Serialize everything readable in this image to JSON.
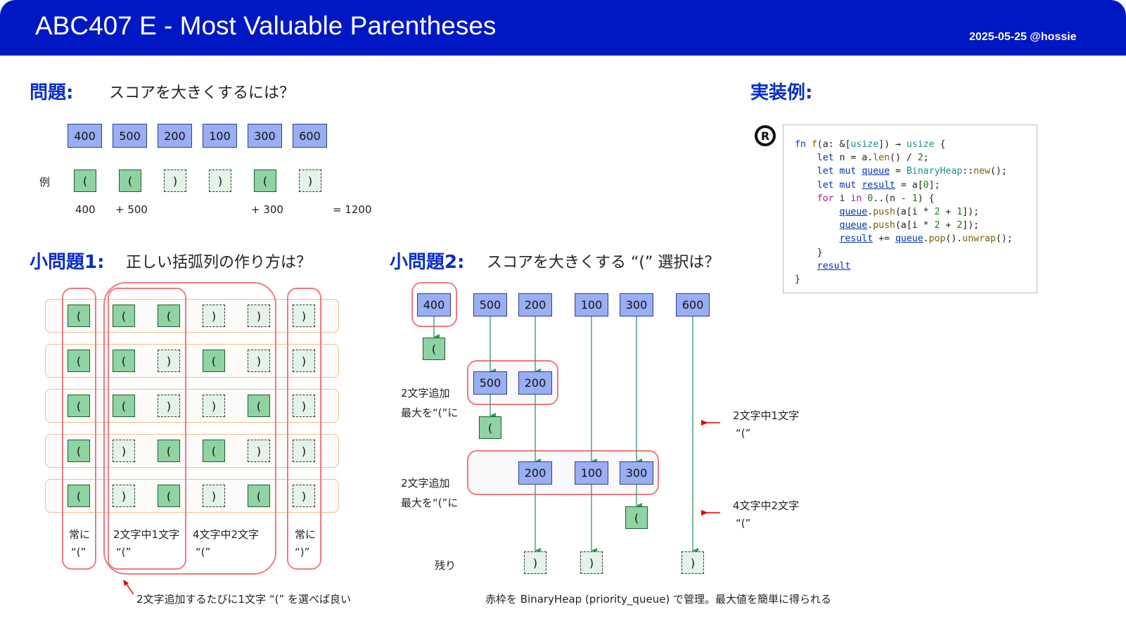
{
  "header": {
    "title": "ABC407 E - Most Valuable Parentheses",
    "date": "2025-05-25 @hossie"
  },
  "problem": {
    "label": "問題:",
    "text": "スコアを大きくするには？",
    "numbers": [
      "400",
      "500",
      "200",
      "100",
      "300",
      "600"
    ],
    "example_label": "例",
    "example_parens": [
      "(",
      "(",
      ")",
      ")",
      "(",
      ")"
    ],
    "scores": [
      "400",
      "+ 500",
      "+ 300",
      "= 1200"
    ]
  },
  "sub1": {
    "label": "小問題1:",
    "text": "正しい括弧列の作り方は？",
    "rows": [
      [
        "(",
        "(",
        "(",
        ")",
        ")",
        ")"
      ],
      [
        "(",
        "(",
        ")",
        "(",
        ")",
        ")"
      ],
      [
        "(",
        "(",
        ")",
        ")",
        "(",
        ")"
      ],
      [
        "(",
        ")",
        "(",
        "(",
        ")",
        ")"
      ],
      [
        "(",
        ")",
        "(",
        ")",
        "(",
        ")"
      ]
    ],
    "col_always_open": [
      "常に",
      "“(”"
    ],
    "col_2of1": [
      "2文字中1文字",
      "“(”"
    ],
    "col_4of2": [
      "4文字中2文字",
      "“(”"
    ],
    "col_always_close": [
      "常に",
      "“)”"
    ],
    "footnote": "2文字追加するたびに1文字 “(” を選べば良い"
  },
  "sub2": {
    "label": "小問題2:",
    "text": "スコアを大きくする “(” 選択は？",
    "top_numbers": [
      "400",
      "500",
      "200",
      "100",
      "300",
      "600"
    ],
    "open_paren": "(",
    "close_paren": ")",
    "heap1": [
      "500",
      "200"
    ],
    "heap2": [
      "200",
      "100",
      "300"
    ],
    "step_label_1": "2文字追加",
    "step_label_2": "最大を“(”に",
    "rest_label": "残り",
    "note1": [
      "2文字中1文字",
      "“(”"
    ],
    "note2": [
      "4文字中2文字",
      "“(”"
    ],
    "caption": "赤枠を BinaryHeap (priority_queue) で管理。最大値を簡単に得られる"
  },
  "impl": {
    "label": "実装例:",
    "logo": "R",
    "code": [
      "fn f(a: &[usize]) → usize {",
      "    let n = a.len() / 2;",
      "    let mut queue = BinaryHeap::new();",
      "    let mut result = a[0];",
      "    for i in 0..(n - 1) {",
      "        queue.push(a[i * 2 + 1]);",
      "        queue.push(a[i * 2 + 2]);",
      "        result += queue.pop().unwrap();",
      "    }",
      "    result",
      "}"
    ]
  },
  "colors": {
    "header": "#0018c4",
    "label": "#0a2ec8",
    "number_box": "#9aaef3",
    "open_box": "#8fd3a3",
    "arrow_green": "#2e9a62",
    "highlight_red": "#f07a80",
    "row_orange": "#f2be86"
  }
}
